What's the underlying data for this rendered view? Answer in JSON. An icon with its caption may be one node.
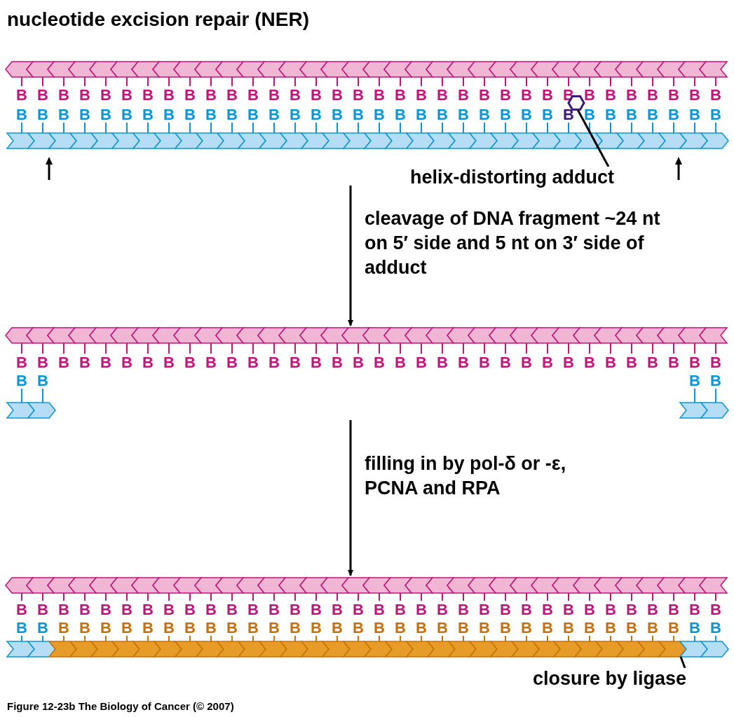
{
  "diagram": {
    "title": "nucleotide excision repair (NER)",
    "caption": "Figure 12-23b  The Biology of Cancer (© 2007)",
    "nodes": [
      {
        "text": [],
        "shape": "picture"
      },
      {
        "text": [],
        "shape": "hexagon",
        "in": 0
      },
      {
        "text": [
          "helix-distorting adduct"
        ]
      },
      {
        "text": [],
        "shape": "picture"
      },
      {
        "text": [],
        "shape": "picture"
      },
      {
        "text": [
          "closure by ligase"
        ]
      }
    ],
    "edges": [
      {
        "from": 2,
        "to": 1,
        "arrow": "none"
      },
      {
        "from": 0,
        "to": 3,
        "arrow": "to",
        "label": "cleavage of DNA fragment ~24 nt on 5′ side and 5 nt on 3′ side of adduct"
      },
      {
        "from": 3,
        "to": 4,
        "arrow": "to",
        "label": "filling in by pol-δ or -ε, PCNA and RPA"
      },
      {
        "from": 5,
        "to": 4,
        "arrow": "none"
      }
    ],
    "labels": [
      "B",
      "B",
      "B",
      "B",
      "B",
      "B",
      "B",
      "B",
      "B",
      "B",
      "B",
      "B",
      "B",
      "B",
      "B",
      "B",
      "B",
      "B",
      "B",
      "B",
      "B",
      "B",
      "B",
      "B",
      "B",
      "B",
      "B",
      "B",
      "B",
      "B",
      "B",
      "B",
      "B",
      "B",
      "B",
      "B",
      "B",
      "B",
      "B",
      "B",
      "B",
      "B",
      "B",
      "B",
      "B",
      "B",
      "B",
      "B",
      "B",
      "B",
      "B",
      "B",
      "B",
      "B",
      "B",
      "B",
      "B",
      "B",
      "B",
      "B",
      "B",
      "B",
      "B",
      "B",
      "B",
      "B",
      "B",
      "B",
      "B",
      "B",
      "B",
      "B",
      "B",
      "B",
      "B",
      "B",
      "B",
      "B",
      "B",
      "B",
      "B",
      "B",
      "B",
      "B",
      "B",
      "B",
      "B",
      "B",
      "B",
      "B",
      "B",
      "B",
      "B",
      "B",
      "B",
      "B",
      "B",
      "B",
      "B",
      "B",
      "B",
      "B",
      "B",
      "B",
      "B",
      "B",
      "B",
      "B",
      "B",
      "B",
      "B",
      "B",
      "B",
      "B",
      "B",
      "B",
      "B",
      "B",
      "B",
      "B",
      "B",
      "B",
      "B",
      "B",
      "B",
      "B",
      "B",
      "B",
      "B",
      "B",
      "B",
      "B",
      "B",
      "B",
      "B",
      "B",
      "B",
      "B",
      "B",
      "B",
      "B",
      "B",
      "B",
      "B",
      "B",
      "B",
      "B",
      "B",
      "B",
      "B",
      "B",
      "B",
      "B",
      "B",
      "B",
      "B",
      "B",
      "B",
      "B",
      "B",
      "B",
      "B",
      "B",
      "B",
      "B",
      "B",
      "B",
      "B",
      "B",
      "B",
      "B",
      "B",
      "B",
      "B"
    ]
  }
}
